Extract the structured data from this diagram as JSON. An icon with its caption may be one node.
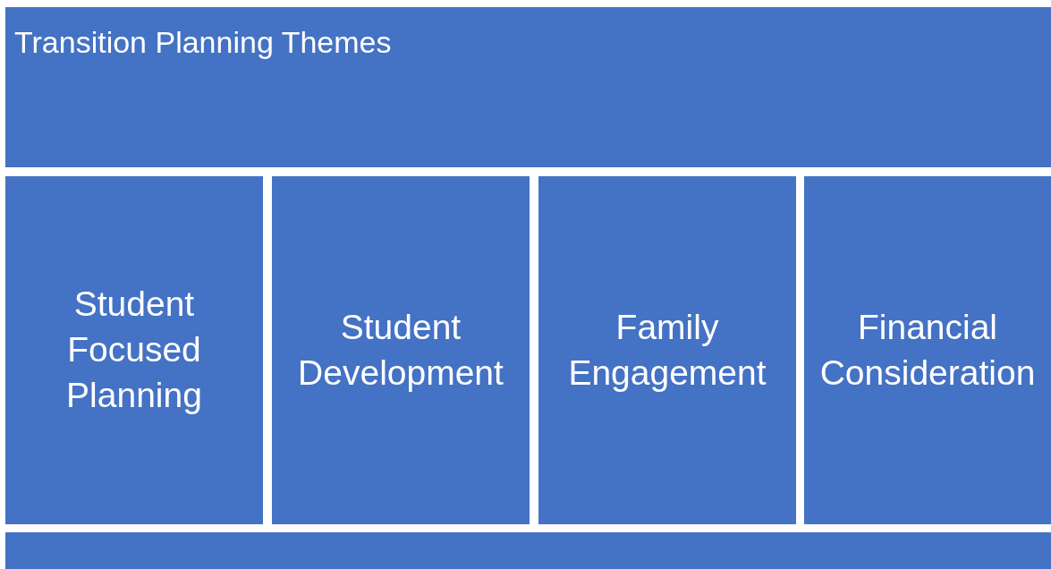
{
  "diagram": {
    "nodes": [
      {
        "text": [
          "Transition Planning Themes"
        ]
      },
      {
        "text": [
          "Student Focused Planning"
        ]
      },
      {
        "text": [
          "Student Development"
        ]
      },
      {
        "text": [
          "Family Engagement"
        ]
      },
      {
        "text": [
          "Financial Consideration"
        ]
      },
      {
        "text": [],
        "shape": "box"
      }
    ]
  }
}
